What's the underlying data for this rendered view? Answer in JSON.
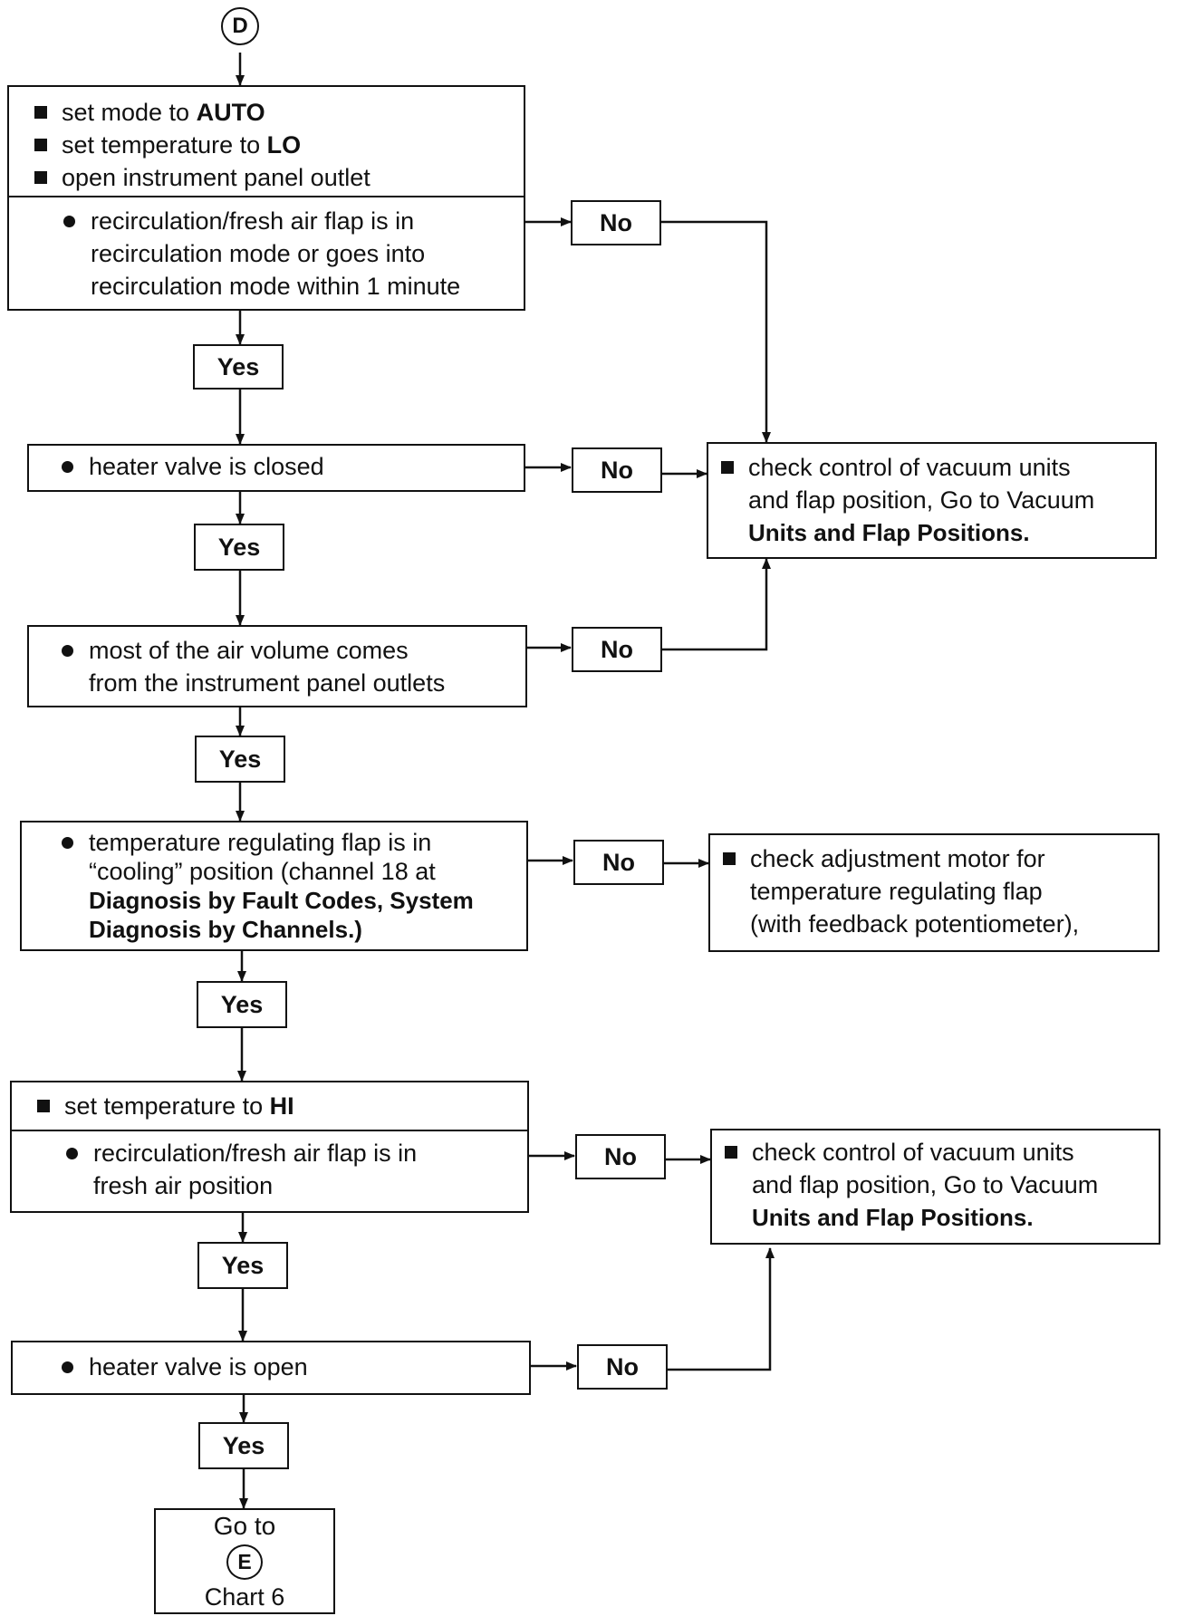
{
  "start_connector": "D",
  "block1": {
    "steps": [
      {
        "text": "set mode to ",
        "bold": "AUTO"
      },
      {
        "text": "set temperature to ",
        "bold": "LO"
      },
      {
        "text": "open instrument panel outlet",
        "bold": ""
      }
    ],
    "check": [
      "recirculation/fresh air flap is in",
      "recirculation mode or goes into",
      "recirculation mode within 1 minute"
    ]
  },
  "check2": [
    "heater valve is closed"
  ],
  "check3": [
    "most of the air volume comes",
    "from the instrument panel outlets"
  ],
  "check4": [
    "temperature regulating flap is in",
    "“cooling” position (channel 18 at",
    "Diagnosis by Fault Codes, System",
    "Diagnosis by Channels.)"
  ],
  "block5": {
    "step": {
      "text": "set temperature to ",
      "bold": "HI"
    },
    "check": [
      "recirculation/fresh air flap is in",
      "fresh air position"
    ]
  },
  "check6": [
    "heater valve is open"
  ],
  "action_a": {
    "lines": [
      "check control of vacuum units",
      "and flap position, Go to Vacuum",
      "Units and Flap Positions."
    ]
  },
  "action_b": {
    "lines": [
      "check adjustment motor for",
      "temperature regulating flap",
      "(with feedback potentiometer),"
    ]
  },
  "action_c": {
    "lines": [
      "check control of vacuum units",
      "and flap position, Go to Vacuum",
      "Units and Flap Positions."
    ]
  },
  "labels": {
    "yes": "Yes",
    "no": "No"
  },
  "goto": {
    "text": "Go to",
    "connector": "E",
    "chart": "Chart 6"
  },
  "colors": {
    "ink": "#111111",
    "background": "#ffffff"
  }
}
